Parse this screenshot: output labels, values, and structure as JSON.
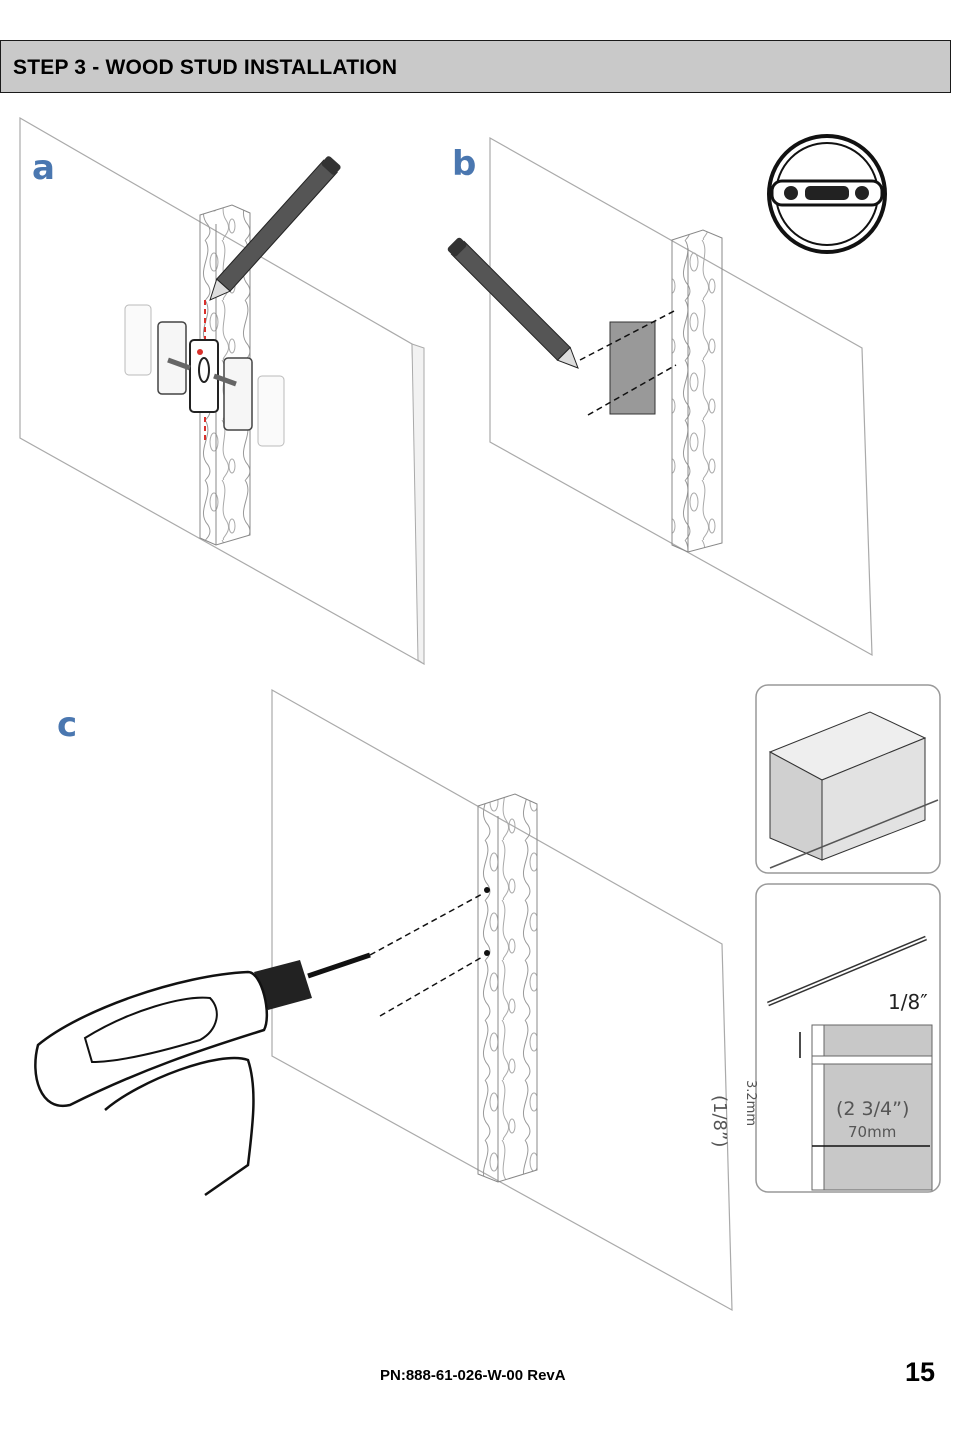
{
  "header": {
    "title": "STEP 3 - WOOD STUD INSTALLATION"
  },
  "panels": {
    "a": "a",
    "b": "b",
    "c": "c"
  },
  "drill_bit": {
    "size": "1/8″",
    "depth_imperial": "(2 3/4”)",
    "depth_metric": "70mm",
    "diameter_imperial": "(1/8”)",
    "diameter_metric": "3.2mm"
  },
  "colors": {
    "panel_letter": "#4a77b0",
    "header_bg": "#c9c9c9",
    "guide_line": "#d9302b"
  },
  "footer": {
    "part_number": "PN:888-61-026-W-00 RevA",
    "page_number": "15"
  },
  "icons": [
    "pencil-icon",
    "level-icon",
    "drill-icon",
    "stud-finder-icon",
    "drill-bit-icon"
  ]
}
